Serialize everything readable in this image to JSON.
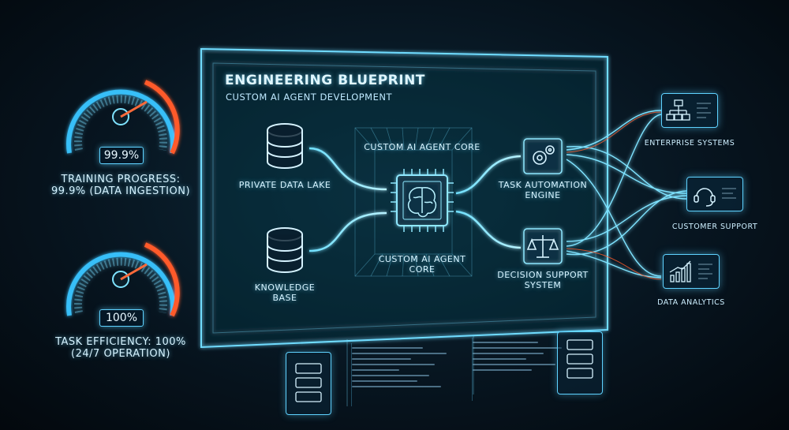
{
  "gauges": [
    {
      "value_text": "99.9%",
      "level": 0.999,
      "caption_line1": "TRAINING PROGRESS:",
      "caption_line2": "99.9% (DATA INGESTION)"
    },
    {
      "value_text": "100%",
      "level": 1.0,
      "caption_line1": "TASK EFFICIENCY: 100%",
      "caption_line2": "(24/7 OPERATION)"
    }
  ],
  "blueprint": {
    "title": "ENGINEERING BLUEPRINT",
    "subtitle": "CUSTOM AI AGENT DEVELOPMENT",
    "core_top_label": "CUSTOM AI AGENT CORE",
    "core_bottom_label_line1": "CUSTOM AI AGENT",
    "core_bottom_label_line2": "CORE",
    "sources": [
      {
        "label_line1": "PRIVATE DATA LAKE",
        "label_line2": "",
        "icon": "database-icon"
      },
      {
        "label_line1": "KNOWLEDGE",
        "label_line2": "BASE",
        "icon": "database-icon"
      }
    ],
    "engines": [
      {
        "label_line1": "TASK AUTOMATION",
        "label_line2": "ENGINE",
        "icon": "gears-icon"
      },
      {
        "label_line1": "DECISION SUPPORT",
        "label_line2": "SYSTEM",
        "icon": "scales-icon"
      }
    ]
  },
  "outputs": [
    {
      "label": "ENTERPRISE SYSTEMS",
      "icon": "org-chart-icon"
    },
    {
      "label": "CUSTOMER SUPPORT",
      "icon": "headset-icon"
    },
    {
      "label": "DATA ANALYTICS",
      "icon": "bar-chart-icon"
    }
  ],
  "colors": {
    "accent": "#5fd2ff",
    "warm": "#ff5a2a",
    "background": "#071520"
  }
}
